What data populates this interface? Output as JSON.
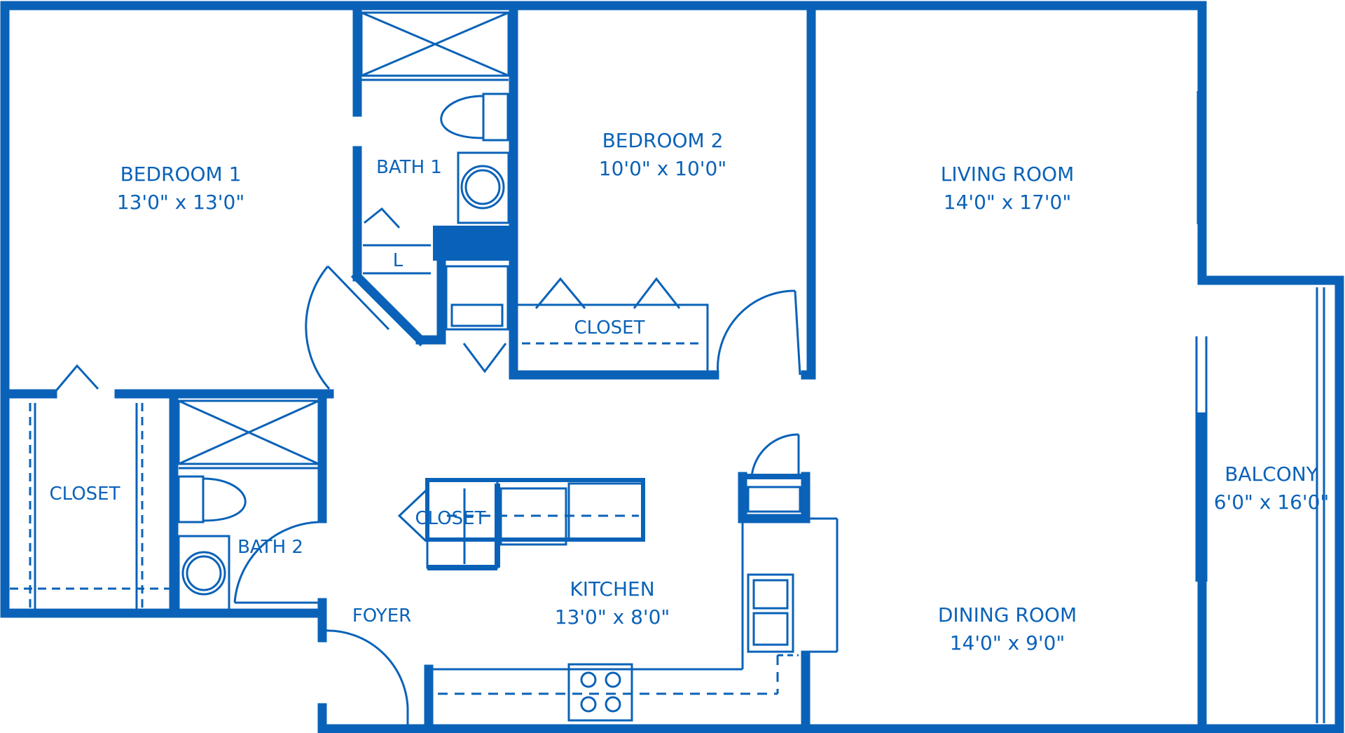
{
  "colors": {
    "wall": "#0a62b8",
    "background": "#ffffff"
  },
  "rooms": {
    "bedroom1": {
      "name": "BEDROOM 1",
      "dims": "13'0\" x 13'0\""
    },
    "bedroom2": {
      "name": "BEDROOM 2",
      "dims": "10'0\" x 10'0\""
    },
    "living": {
      "name": "LIVING ROOM",
      "dims": "14'0\" x 17'0\""
    },
    "balcony": {
      "name": "BALCONY",
      "dims": "6'0\" x 16'0\""
    },
    "kitchen": {
      "name": "KITCHEN",
      "dims": "13'0\" x 8'0\""
    },
    "dining": {
      "name": "DINING ROOM",
      "dims": "14'0\" x 9'0\""
    },
    "bath1": {
      "name": "BATH 1"
    },
    "bath2": {
      "name": "BATH 2"
    },
    "closet_left": {
      "name": "CLOSET"
    },
    "closet_bed2": {
      "name": "CLOSET"
    },
    "closet_kitchen": {
      "name": "CLOSET"
    },
    "foyer": {
      "name": "FOYER"
    },
    "linen": {
      "name": "L"
    }
  }
}
